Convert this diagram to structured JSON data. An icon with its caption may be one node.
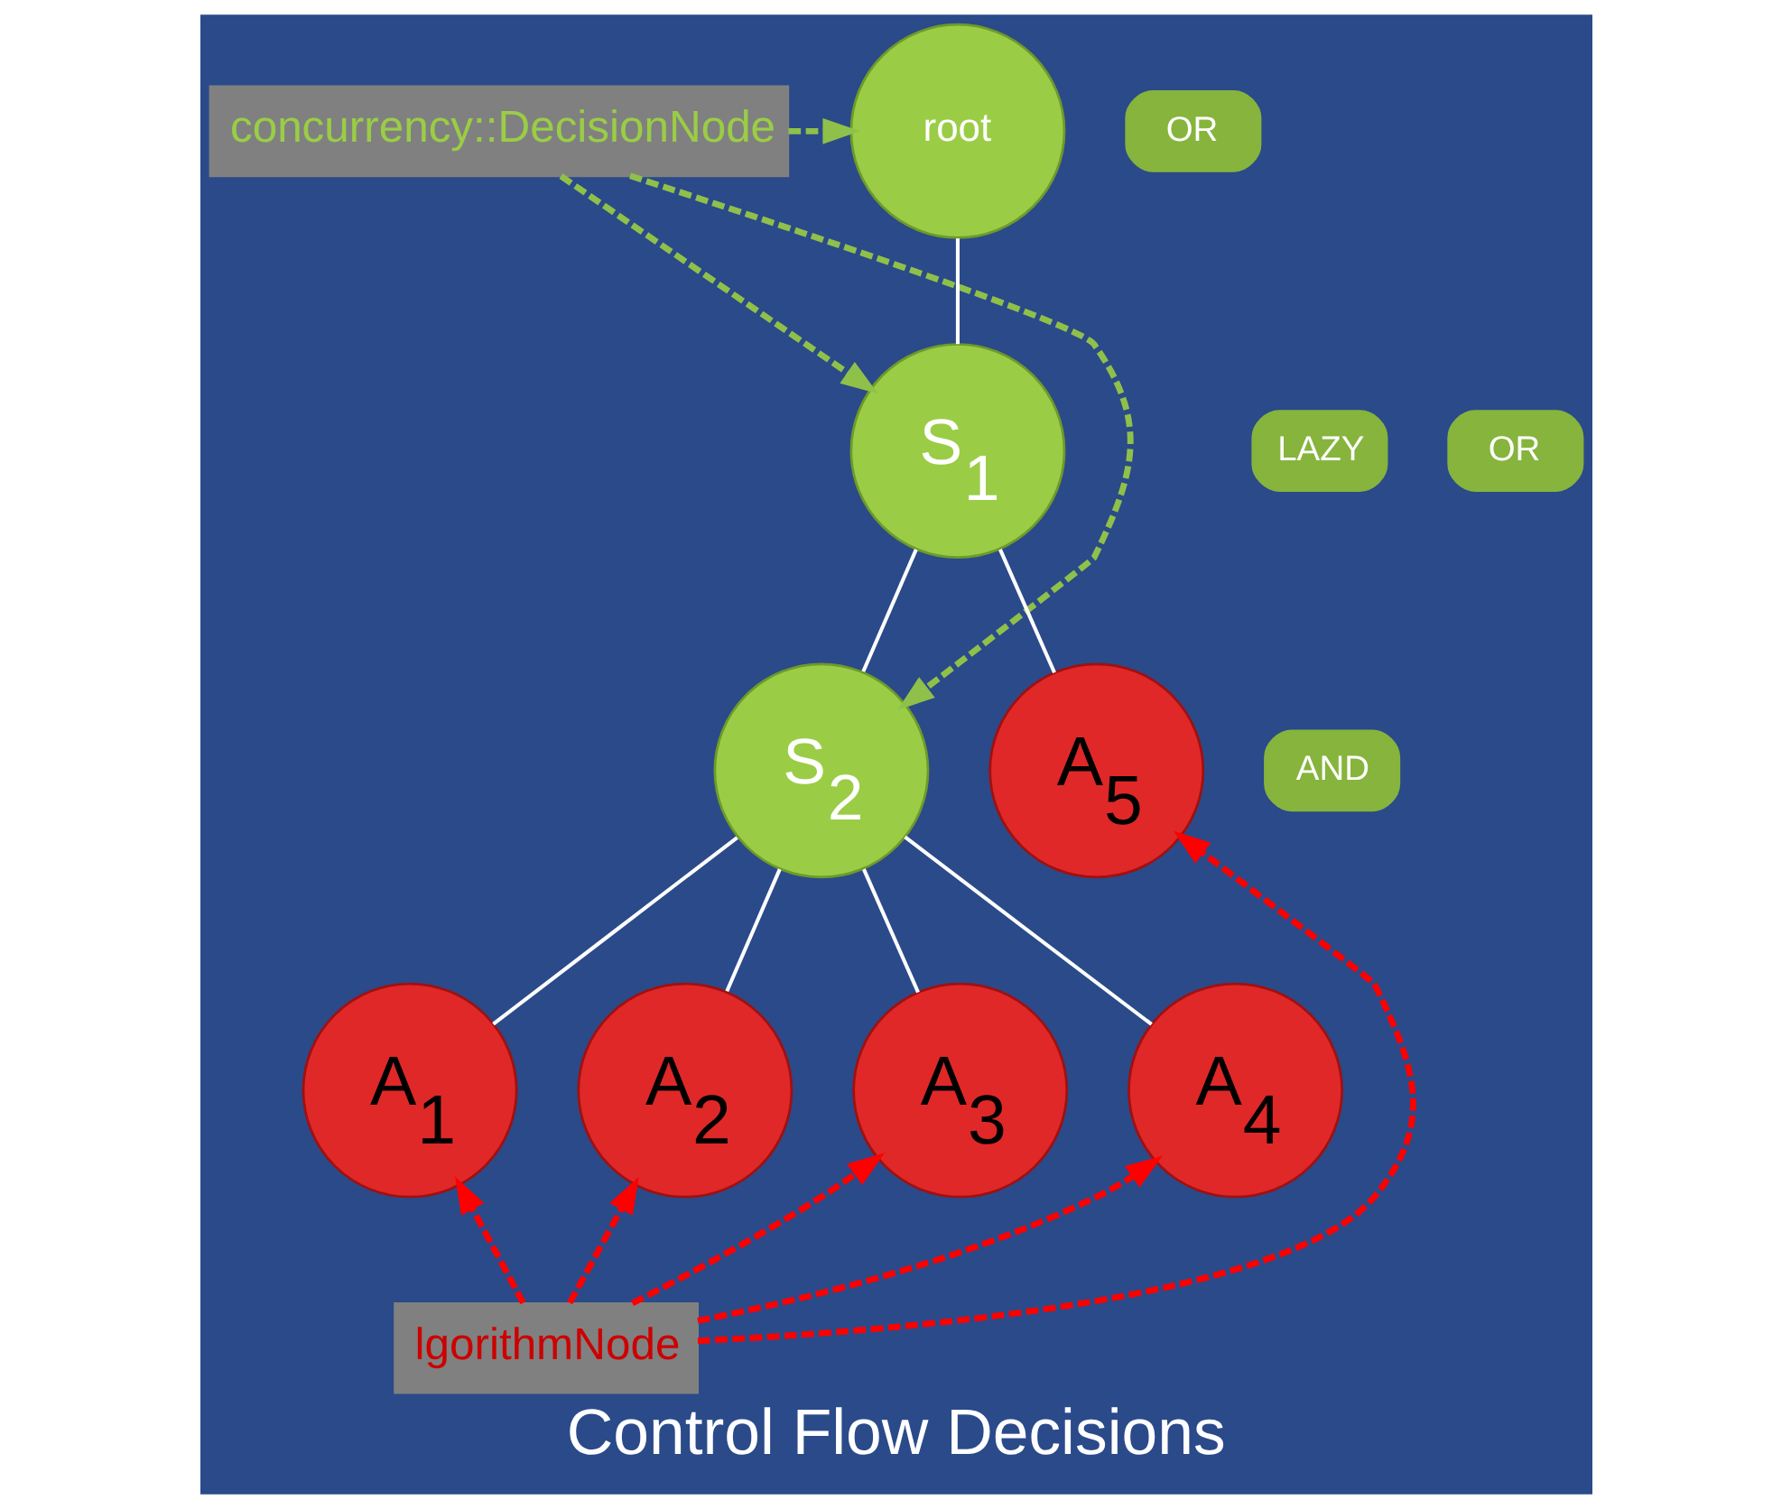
{
  "diagram": {
    "caption": "Control Flow Decisions",
    "nodes": [
      {
        "text": [
          "concurrency::DecisionNode"
        ]
      },
      {
        "text": [
          "root"
        ]
      },
      {
        "text": [
          "OR"
        ]
      },
      {
        "text": [
          "LAZY"
        ]
      },
      {
        "text": [
          "S$_{1}$"
        ]
      },
      {
        "text": [
          "OR"
        ]
      },
      {
        "text": [
          "S$_{2}$"
        ]
      },
      {
        "text": [
          "AND"
        ]
      },
      {
        "text": [
          "A$_{5}$"
        ]
      },
      {
        "text": [
          "A$_{1}$"
        ]
      },
      {
        "text": [
          "A$_{2}$"
        ]
      },
      {
        "text": [
          "A$_{3}$"
        ]
      },
      {
        "text": [
          "A$_{4}$"
        ]
      },
      {
        "text": [
          "lgorithmNode"
        ]
      }
    ],
    "edges": [
      {
        "from": 0,
        "to": 1,
        "arrow": "to",
        "style": "dashed",
        "color": "#8fc04a"
      },
      {
        "from": 0,
        "to": 4,
        "arrow": "to",
        "style": "dashed",
        "color": "#8fc04a"
      },
      {
        "from": 0,
        "to": 6,
        "arrow": "to",
        "style": "dashed",
        "color": "#8fc04a"
      },
      {
        "from": 1,
        "to": 4,
        "arrow": "none"
      },
      {
        "from": 4,
        "to": 6,
        "arrow": "none"
      },
      {
        "from": 4,
        "to": 8,
        "arrow": "none"
      },
      {
        "from": 6,
        "to": 9,
        "arrow": "none"
      },
      {
        "from": 6,
        "to": 10,
        "arrow": "none"
      },
      {
        "from": 6,
        "to": 11,
        "arrow": "none"
      },
      {
        "from": 6,
        "to": 12,
        "arrow": "none"
      },
      {
        "from": 13,
        "to": 9,
        "arrow": "to",
        "style": "dashed",
        "color": "#ff0000"
      },
      {
        "from": 13,
        "to": 10,
        "arrow": "to",
        "style": "dashed",
        "color": "#ff0000"
      },
      {
        "from": 13,
        "to": 11,
        "arrow": "to",
        "style": "dashed",
        "color": "#ff0000"
      },
      {
        "from": 13,
        "to": 12,
        "arrow": "to",
        "style": "dashed",
        "color": "#ff0000"
      },
      {
        "from": 13,
        "to": 8,
        "arrow": "to",
        "style": "dashed",
        "color": "#ff0000"
      }
    ]
  }
}
